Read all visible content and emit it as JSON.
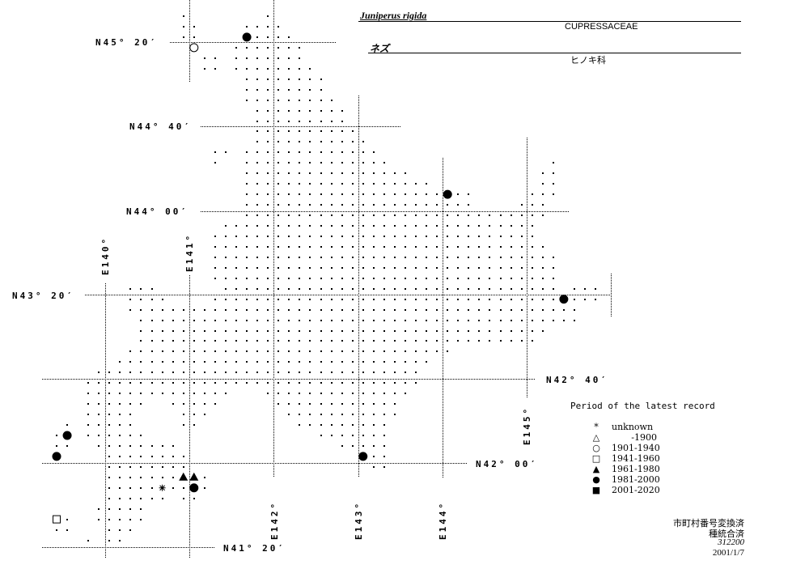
{
  "header": {
    "scientific_name": "Juniperus rigida",
    "family_latin": "CUPRESSACEAE",
    "japanese_name": "ネズ",
    "family_japanese": "ヒノキ科"
  },
  "latitude_labels": [
    "N45° 20′",
    "N44° 40′",
    "N44° 00′",
    "N43° 20′",
    "N42° 40′",
    "N42° 00′",
    "N41° 20′"
  ],
  "longitude_labels": [
    "E140°",
    "E141°",
    "E142°",
    "E143°",
    "E144°",
    "E145°"
  ],
  "legend": {
    "title": "Period of the latest record",
    "items": [
      {
        "symbol": "asterisk",
        "glyph": "*",
        "label": "unknown"
      },
      {
        "symbol": "open-triangle",
        "glyph": "△",
        "label": "-1900"
      },
      {
        "symbol": "open-circle",
        "glyph": "○",
        "label": "1901-1940"
      },
      {
        "symbol": "open-square",
        "glyph": "□",
        "label": "1941-1960"
      },
      {
        "symbol": "filled-triangle",
        "glyph": "▲",
        "label": "1961-1980"
      },
      {
        "symbol": "filled-circle",
        "glyph": "●",
        "label": "1981-2000"
      },
      {
        "symbol": "filled-square",
        "glyph": "■",
        "label": "2001-2020"
      }
    ]
  },
  "footer": {
    "line1": "市町村番号変換済",
    "line2": "種統合済",
    "code": "312200",
    "date": "2001/1/7"
  },
  "grid_cells": [
    [
      0,
      [
        [
          12,
          12
        ],
        [
          20,
          20
        ]
      ]
    ],
    [
      1,
      [
        [
          12,
          13
        ],
        [
          18,
          21
        ]
      ]
    ],
    [
      2,
      [
        [
          12,
          13
        ],
        [
          19,
          22
        ]
      ]
    ],
    [
      3,
      [
        [
          17,
          23
        ]
      ]
    ],
    [
      4,
      [
        [
          14,
          15
        ],
        [
          17,
          23
        ]
      ]
    ],
    [
      5,
      [
        [
          14,
          15
        ],
        [
          17,
          24
        ]
      ]
    ],
    [
      6,
      [
        [
          18,
          25
        ]
      ]
    ],
    [
      7,
      [
        [
          18,
          25
        ]
      ]
    ],
    [
      8,
      [
        [
          18,
          26
        ]
      ]
    ],
    [
      9,
      [
        [
          19,
          27
        ]
      ]
    ],
    [
      10,
      [
        [
          19,
          27
        ]
      ]
    ],
    [
      11,
      [
        [
          19,
          28
        ]
      ]
    ],
    [
      12,
      [
        [
          19,
          29
        ]
      ]
    ],
    [
      13,
      [
        [
          15,
          16
        ],
        [
          18,
          30
        ]
      ]
    ],
    [
      14,
      [
        [
          15,
          15
        ],
        [
          18,
          31
        ],
        [
          47,
          47
        ]
      ]
    ],
    [
      15,
      [
        [
          18,
          33
        ],
        [
          46,
          47
        ]
      ]
    ],
    [
      16,
      [
        [
          18,
          35
        ],
        [
          46,
          47
        ]
      ]
    ],
    [
      17,
      [
        [
          18,
          36
        ],
        [
          38,
          39
        ],
        [
          45,
          47
        ]
      ]
    ],
    [
      18,
      [
        [
          18,
          39
        ],
        [
          44,
          46
        ]
      ]
    ],
    [
      19,
      [
        [
          18,
          46
        ]
      ]
    ],
    [
      20,
      [
        [
          16,
          45
        ]
      ]
    ],
    [
      21,
      [
        [
          15,
          45
        ]
      ]
    ],
    [
      22,
      [
        [
          15,
          46
        ]
      ]
    ],
    [
      23,
      [
        [
          15,
          47
        ]
      ]
    ],
    [
      24,
      [
        [
          15,
          47
        ]
      ]
    ],
    [
      25,
      [
        [
          15,
          47
        ]
      ]
    ],
    [
      26,
      [
        [
          7,
          9
        ],
        [
          16,
          47
        ],
        [
          49,
          51
        ]
      ]
    ],
    [
      27,
      [
        [
          7,
          10
        ],
        [
          15,
          47
        ],
        [
          49,
          51
        ]
      ]
    ],
    [
      28,
      [
        [
          7,
          49
        ]
      ]
    ],
    [
      29,
      [
        [
          8,
          49
        ]
      ]
    ],
    [
      30,
      [
        [
          8,
          46
        ]
      ]
    ],
    [
      31,
      [
        [
          8,
          45
        ]
      ]
    ],
    [
      32,
      [
        [
          7,
          37
        ]
      ]
    ],
    [
      33,
      [
        [
          6,
          35
        ]
      ]
    ],
    [
      34,
      [
        [
          4,
          34
        ]
      ]
    ],
    [
      35,
      [
        [
          3,
          34
        ]
      ]
    ],
    [
      36,
      [
        [
          3,
          16
        ],
        [
          20,
          33
        ]
      ]
    ],
    [
      37,
      [
        [
          3,
          8
        ],
        [
          11,
          15
        ],
        [
          21,
          32
        ]
      ]
    ],
    [
      38,
      [
        [
          3,
          7
        ],
        [
          12,
          14
        ],
        [
          22,
          32
        ]
      ]
    ],
    [
      39,
      [
        [
          1,
          1
        ],
        [
          3,
          7
        ],
        [
          12,
          13
        ],
        [
          23,
          31
        ]
      ]
    ],
    [
      40,
      [
        [
          0,
          0
        ],
        [
          3,
          8
        ],
        [
          25,
          31
        ]
      ]
    ],
    [
      41,
      [
        [
          0,
          1
        ],
        [
          4,
          11
        ],
        [
          27,
          31
        ]
      ]
    ],
    [
      42,
      [
        [
          5,
          12
        ],
        [
          30,
          31
        ]
      ]
    ],
    [
      43,
      [
        [
          5,
          12
        ],
        [
          30,
          31
        ]
      ]
    ],
    [
      44,
      [
        [
          5,
          11
        ],
        [
          14,
          14
        ]
      ]
    ],
    [
      45,
      [
        [
          5,
          9
        ],
        [
          11,
          12
        ],
        [
          14,
          14
        ]
      ]
    ],
    [
      46,
      [
        [
          5,
          10
        ],
        [
          12,
          13
        ]
      ]
    ],
    [
      47,
      [
        [
          4,
          8
        ]
      ]
    ],
    [
      48,
      [
        [
          1,
          1
        ],
        [
          4,
          8
        ]
      ]
    ],
    [
      49,
      [
        [
          0,
          1
        ],
        [
          5,
          7
        ]
      ]
    ],
    [
      50,
      [
        [
          3,
          3
        ],
        [
          5,
          6
        ]
      ]
    ]
  ],
  "records": [
    {
      "symbol": "filled-circle",
      "row": 2,
      "col": 18
    },
    {
      "symbol": "open-circle",
      "row": 3,
      "col": 13
    },
    {
      "symbol": "filled-circle",
      "row": 17,
      "col": 37
    },
    {
      "symbol": "filled-circle",
      "row": 27,
      "col": 48
    },
    {
      "symbol": "filled-circle",
      "row": 40,
      "col": 1
    },
    {
      "symbol": "filled-circle",
      "row": 42,
      "col": 0
    },
    {
      "symbol": "filled-circle",
      "row": 42,
      "col": 29
    },
    {
      "symbol": "filled-triangle",
      "row": 44,
      "col": 12
    },
    {
      "symbol": "filled-triangle",
      "row": 44,
      "col": 13
    },
    {
      "symbol": "asterisk",
      "row": 45,
      "col": 10
    },
    {
      "symbol": "filled-circle",
      "row": 45,
      "col": 13
    },
    {
      "symbol": "open-square",
      "row": 48,
      "col": 0
    }
  ]
}
